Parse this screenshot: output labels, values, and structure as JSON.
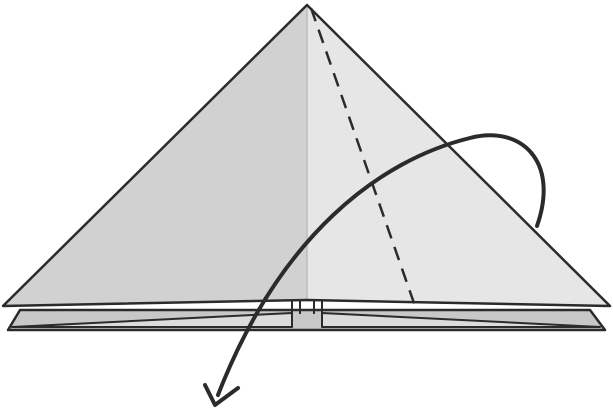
{
  "diagram": {
    "kind": "origami-fold-instruction",
    "fold_line_style": "valley-fold-dashed",
    "arrow_direction": "fold-down-and-left",
    "colors": {
      "background": "#ffffff",
      "outline": "#2b2b2b",
      "left_face": "#d1d1d1",
      "right_face": "#e6e6e6",
      "bottom_layers": "#dcdcdc",
      "bottom_layers_dark": "#c8c8c8",
      "arrow": "#2b2b2b"
    }
  }
}
